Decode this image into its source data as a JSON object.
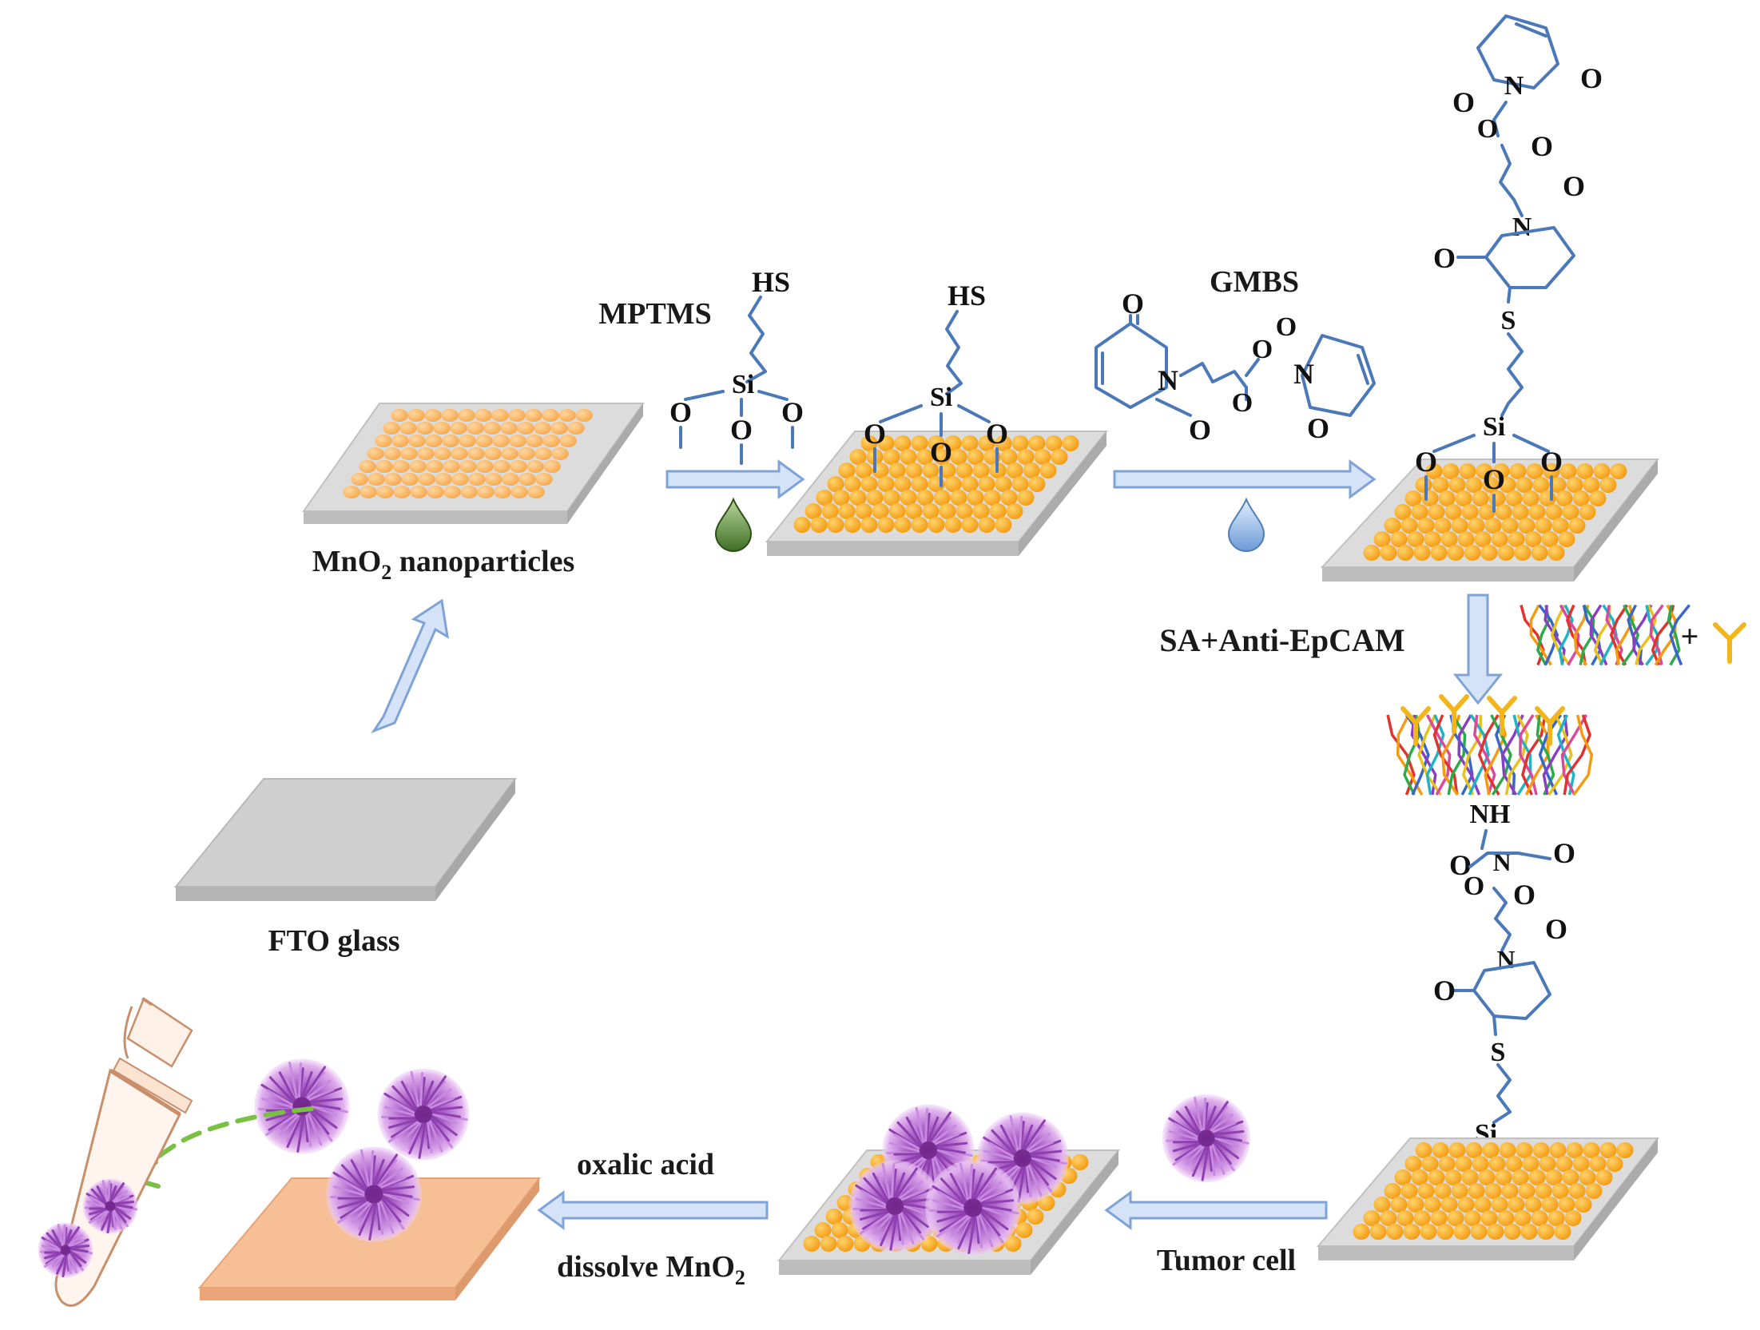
{
  "labels": {
    "mptms": "MPTMS",
    "gmbs": "GMBS",
    "mno2_nanoparticles": "MnO",
    "mno2_nanoparticles_sub": "2",
    "mno2_nanoparticles_tail": " nanoparticles",
    "fto_glass": "FTO glass",
    "sa_anti_epcam": "SA+Anti-EpCAM",
    "plus_sign": "+",
    "oxalic_acid": "oxalic acid",
    "dissolve": "dissolve MnO",
    "dissolve_sub": "2",
    "tumor_cell": "Tumor cell"
  },
  "atoms": {
    "hs": "HS",
    "si": "Si",
    "o": "O",
    "n": "N",
    "s": "S",
    "nh": "NH"
  },
  "colors": {
    "nanoparticle": "#f5a21c",
    "nanoparticle_light": "#f8b661",
    "substrate_top": "#d9d9d9",
    "substrate_side": "#bdbdbd",
    "fto_top": "#cfcfcf",
    "released_substrate": "#f6bf96",
    "linker": "#4a78b8",
    "arrow_fill": "#d4e3f7",
    "arrow_stroke": "#7fa3d6",
    "drop_green": "#5c8a3a",
    "drop_blue": "#8fb4e6",
    "tumor_cell": "#b86ad0",
    "antibody": "#f2b51c",
    "release_path": "#7ac043"
  }
}
